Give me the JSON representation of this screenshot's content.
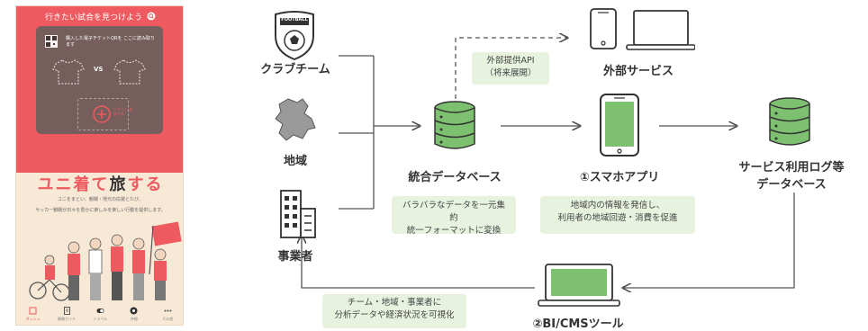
{
  "phone": {
    "search_title": "行きたい試合を見つけよう",
    "ticket_hint": "購入した電子チケットQRを ここに読み取ります",
    "vs": "VS",
    "add_label": "チケット 追加する",
    "headline_part1": "ユニ着て",
    "headline_part2": "旅",
    "headline_part3": "する",
    "description_line1": "ユニをまとい、観戦・地元の応援とたび、",
    "description_line2": "サッカー観戦が日々を豊かに楽しみを楽しい行動を提供します。",
    "nav": [
      "ダッシュ",
      "観戦ガイド",
      "トラベル",
      "仲間",
      "その他"
    ]
  },
  "diagram": {
    "club": "クラブチーム",
    "football_badge": "FOOTBALL",
    "region": "地域",
    "business": "事業者",
    "integrated_db": "統合データベース",
    "integrated_note_line1": "バラバラなデータを一元集約",
    "integrated_note_line2": "統一フォーマットに変換",
    "api_note_line1": "外部提供API",
    "api_note_line2": "（将来展開）",
    "external_service": "外部サービス",
    "smartphone_app": "①スマホアプリ",
    "app_note_line1": "地域内の情報を発信し、",
    "app_note_line2": "利用者の地域回遊・消費を促進",
    "log_db_line1": "サービス利用ログ等",
    "log_db_line2": "データベース",
    "bi_tool": "②BI/CMSツール",
    "bi_note_line1": "チーム・地域・事業者に",
    "bi_note_line2": "分析データや経済状況を可視化"
  },
  "colors": {
    "phone_red": "#ee5a5f",
    "phone_cream": "#f7e9d6",
    "db_green": "#7dc06f",
    "note_green": "#e7f2df",
    "screen_green": "#7dc06f"
  }
}
